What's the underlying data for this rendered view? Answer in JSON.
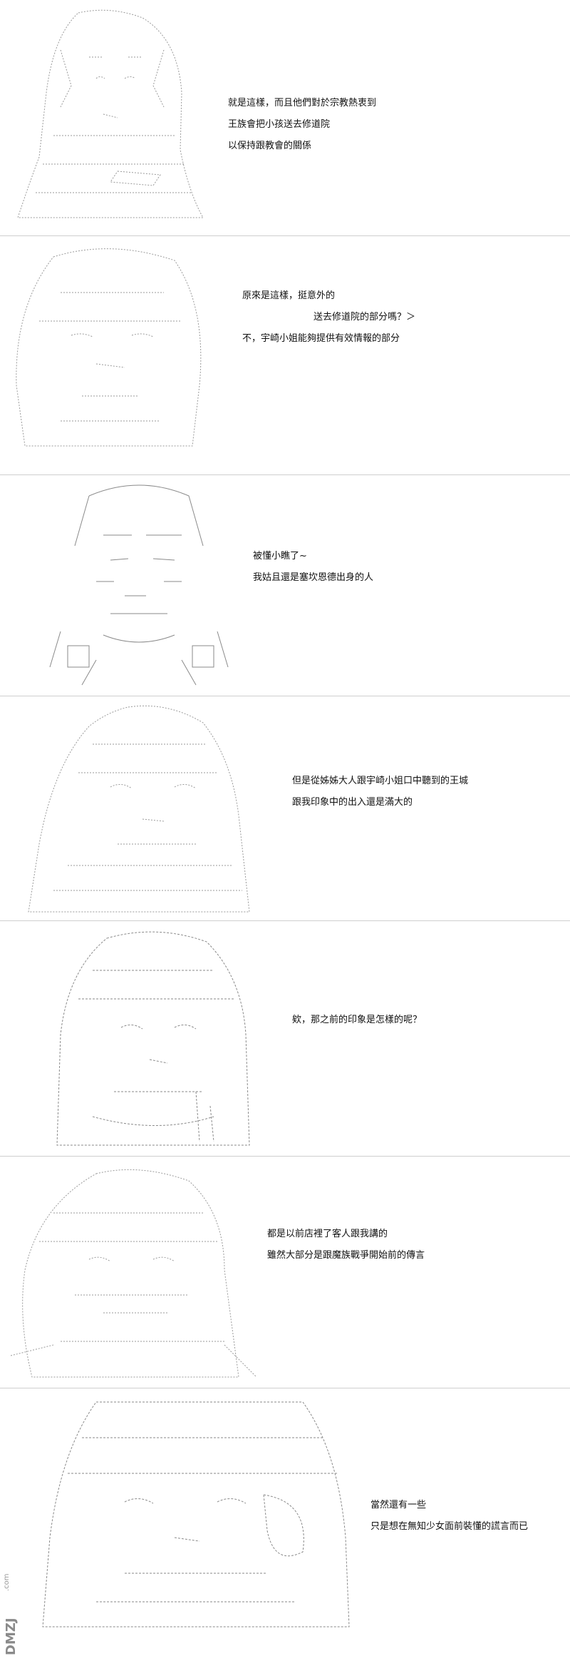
{
  "panels": [
    {
      "lines": [
        "就是這樣，而且他們對於宗教熱衷到",
        "王族會把小孩送去修道院",
        "以保持跟教會的關係"
      ]
    },
    {
      "lines": [
        "原來是這樣，挺意外的",
        "送去修道院的部分嗎？＞",
        "不，宇崎小姐能夠提供有效情報的部分"
      ]
    },
    {
      "lines": [
        "被懂小瞧了~",
        "我姑且還是塞坎恩德出身的人"
      ]
    },
    {
      "lines": [
        "但是從姊姊大人跟宇崎小姐口中聽到的王城",
        "跟我印象中的出入還是滿大的"
      ]
    },
    {
      "lines": [
        "欸，那之前的印象是怎樣的呢？"
      ]
    },
    {
      "lines": [
        "都是以前店裡了客人跟我講的",
        "雖然大部分是跟魔族戰爭開始前的傳言"
      ]
    },
    {
      "lines": [
        "當然還有一些",
        "只是想在無知少女面前裝懂的謊言而已"
      ]
    }
  ],
  "watermark": {
    "text": "DMZJ",
    "sub": ".com"
  }
}
